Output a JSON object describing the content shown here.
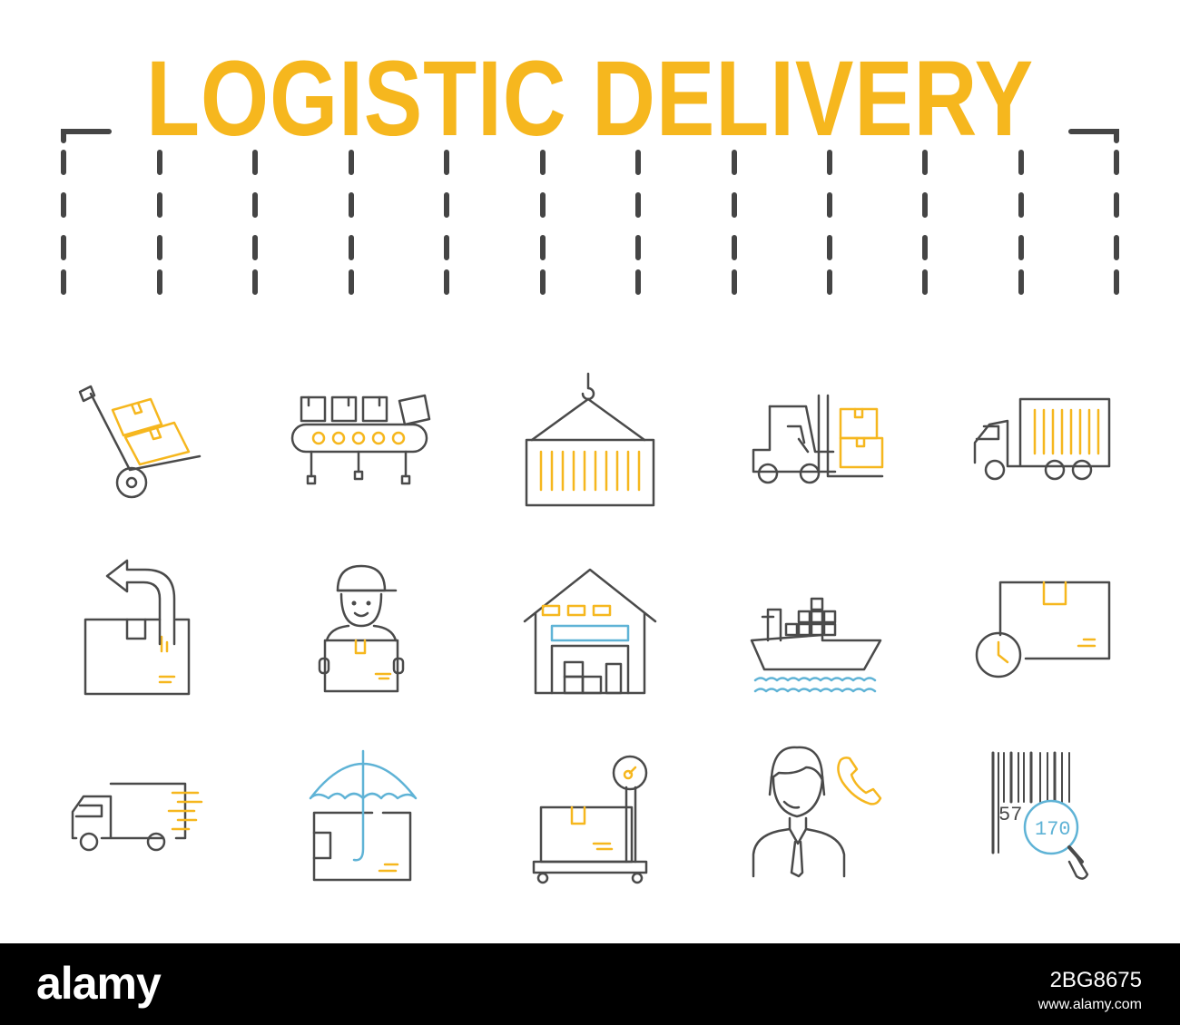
{
  "title": "LOGISTIC DELIVERY",
  "colors": {
    "accent": "#f6b71e",
    "line": "#4a4a4a",
    "dash": "#454545",
    "blue": "#5fb3d6",
    "footer_bg": "#000000"
  },
  "icons": [
    "hand-truck-boxes-icon",
    "conveyor-belt-boxes-icon",
    "crane-container-icon",
    "forklift-boxes-icon",
    "container-truck-icon",
    "return-package-icon",
    "courier-holding-box-icon",
    "warehouse-icon",
    "cargo-ship-icon",
    "delivery-time-box-icon",
    "fast-delivery-truck-icon",
    "insured-package-umbrella-icon",
    "parcel-weighing-scale-icon",
    "customer-support-agent-icon",
    "barcode-search-icon"
  ],
  "barcode_digits": {
    "left": "57",
    "right": "170"
  },
  "footer": {
    "logo": "alamy",
    "image_id": "2BG8675",
    "site": "www.alamy.com"
  }
}
